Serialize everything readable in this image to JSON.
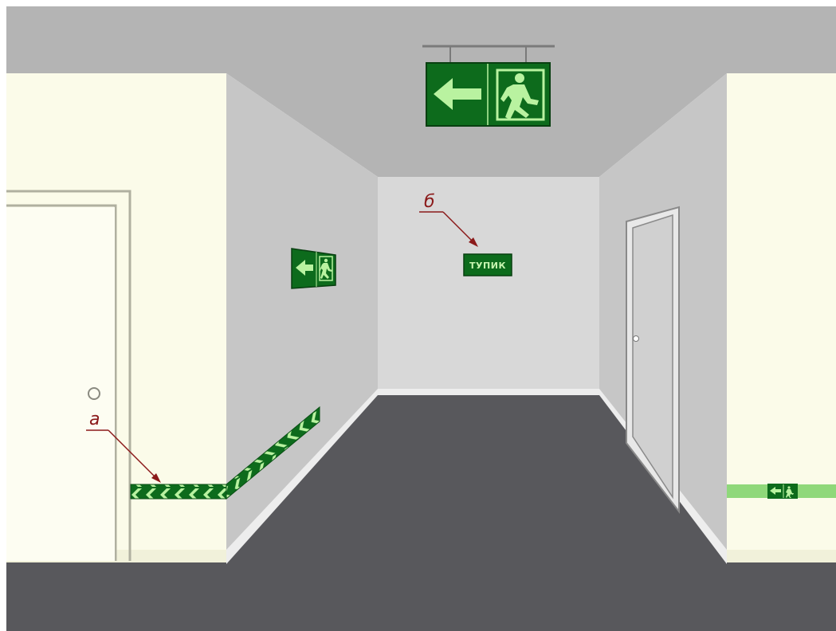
{
  "labels": {
    "a": "а",
    "b": "б"
  },
  "signs": {
    "dead_end_text": "ТУПИК",
    "ceiling_sign_icons": [
      "arrow-left-icon",
      "running-man-exit-icon"
    ],
    "wall_sign_icons": [
      "arrow-left-icon",
      "running-man-exit-icon"
    ],
    "right_wall_sign_icons": [
      "arrow-left-icon",
      "running-man-exit-icon"
    ]
  },
  "colors": {
    "sign_green": "#0d6b1c",
    "sign_glow": "#b9f2a0",
    "label_red": "#8b1a1a",
    "floor": "#5a5a5e",
    "ceiling": "#b8b8b8",
    "side_walls": "#c4c4c4",
    "back_wall": "#d6d6d6",
    "near_walls": "#fbfbe9",
    "right_stripe": "#8fd87a"
  }
}
